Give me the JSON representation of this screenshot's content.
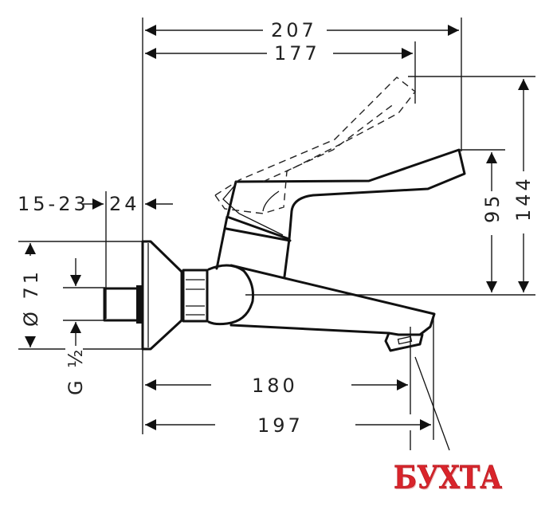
{
  "drawing": {
    "type": "technical-dimension-drawing",
    "subject": "wall-mounted single-lever basin mixer with extended lever",
    "units": "mm",
    "dimensions": {
      "overall_length_lever": "207",
      "lever_tip_length": "177",
      "wall_to_body_offset": "24",
      "connection_range": "15-23",
      "height_lever_top": "144",
      "height_lever": "95",
      "escutcheon_diameter": "Ø 71",
      "thread": "G ½",
      "spout_outlet_reach": "180",
      "spout_tip_reach": "197"
    }
  },
  "watermark": {
    "text": "БУХТА",
    "color": "#d9242b"
  }
}
